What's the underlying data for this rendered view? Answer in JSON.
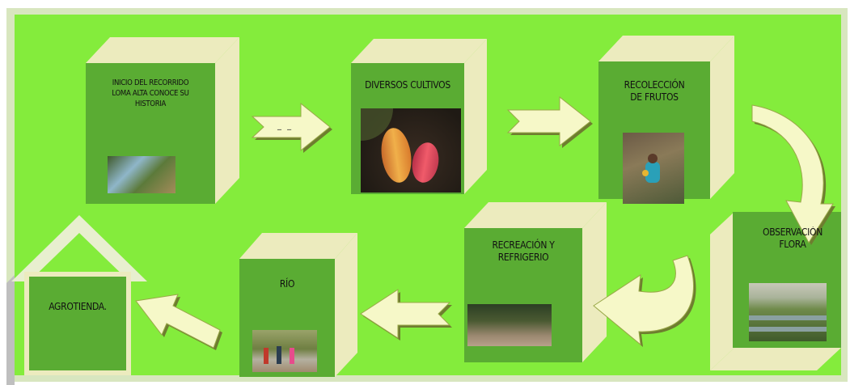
{
  "colors": {
    "background": "#84ec3c",
    "background_frame": "#d8e6bf",
    "box_front": "#5aac33",
    "box_side": "#ecebbe",
    "arrow_fill": "#f6f8c8",
    "arrow_shadow": "#7b8a3a"
  },
  "steps": [
    {
      "id": "inicio",
      "label": "INICIO DEL RECORRIDO\nLOMA ALTA CONOCE SU\nHISTORIA",
      "photo": "forest-photo-icon"
    },
    {
      "id": "cultivos",
      "label": "DIVERSOS CULTIVOS",
      "photo": "cacao-pods-photo-icon"
    },
    {
      "id": "recoleccion",
      "label": "RECOLECCIÓN\nDE FRUTOS",
      "photo": "fruit-picker-photo-icon"
    },
    {
      "id": "observacion",
      "label": "OBSERVACIÓN\nFLORA",
      "photo": "garden-photo-icon"
    },
    {
      "id": "recreacion",
      "label": "RECREACIÓN Y\nREFRIGERIO",
      "photo": "park-photo-icon"
    },
    {
      "id": "rio",
      "label": "RÍO",
      "photo": "river-photo-icon"
    }
  ],
  "destination": {
    "label": "AGROTIENDA."
  },
  "stray_text": "_ _"
}
